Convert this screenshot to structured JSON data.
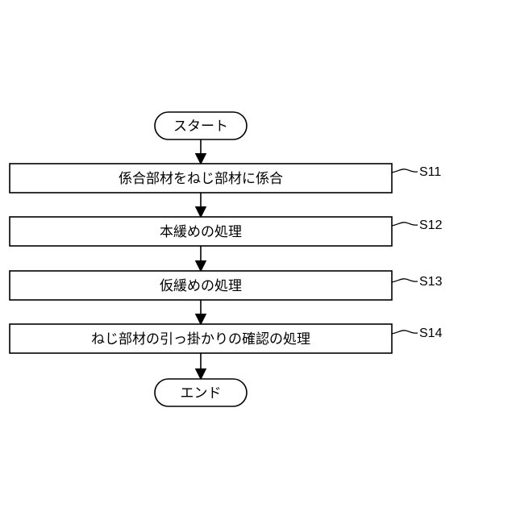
{
  "flowchart": {
    "start": {
      "label": "スタート"
    },
    "steps": [
      {
        "id": "S11",
        "label": "係合部材をねじ部材に係合"
      },
      {
        "id": "S12",
        "label": "本緩めの処理"
      },
      {
        "id": "S13",
        "label": "仮緩めの処理"
      },
      {
        "id": "S14",
        "label": "ねじ部材の引っ掛かりの確認の処理"
      }
    ],
    "end": {
      "label": "エンド"
    }
  },
  "colors": {
    "stroke": "#000000",
    "fill": "#ffffff",
    "text": "#000000"
  }
}
